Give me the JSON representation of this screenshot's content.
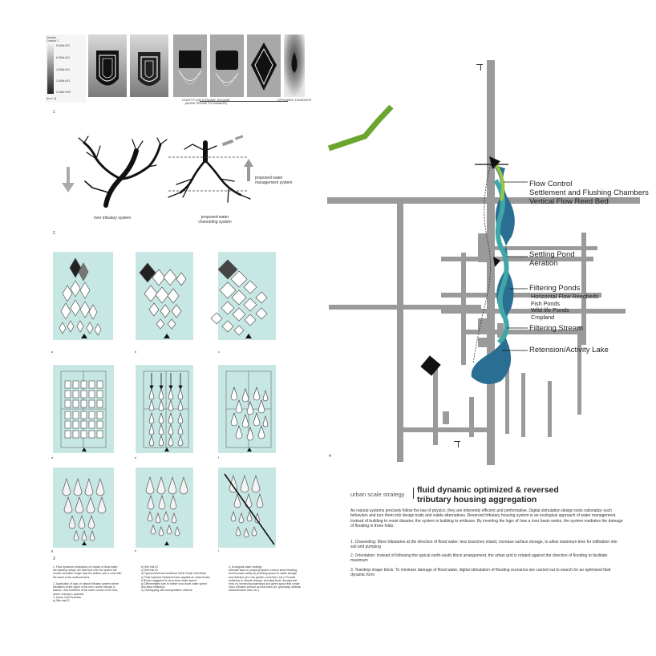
{
  "sim": {
    "legend_title": "Velocity\nContour 1",
    "legend_values": [
      "8.000e-001",
      "6.000e-001",
      "4.000e-001",
      "2.000e-001",
      "0.000e+000"
    ],
    "legend_unit": "[m s^-1]",
    "left_caption": "LEAST FLUID DYNAMIC SQUARE\n(MORE PRONE TO DAMAGE)",
    "right_caption": "OPTIMIZED TEARDROP",
    "fig_num": "1"
  },
  "tree": {
    "left_caption": "river tributary system",
    "right_caption": "proposed water\nchanneling system",
    "mgmt_label": "proposed water\nmanagement system",
    "fig_num": "2"
  },
  "grid_panels": {
    "row1_letters": [
      "a",
      "b",
      "c"
    ],
    "row2_letters": [
      "d",
      "e",
      "f"
    ],
    "row3_letters": [
      "g",
      "h",
      "i"
    ],
    "fig_num": "3"
  },
  "notes": {
    "col1": "1. Fluid dynamics stimulation on impact of flood water: the teardrop shape, the fluid flow over the sphere will remain smoother longer than the airflow over a cone with the same cross-sectional area\n\n2. Application of logic of natural tributary system where tributaries at the upper of the river, where velocity is fastest, Less branches at the lower course of the river, where velocity is quickest\n3. Urban Grid Evolution\na) Site trial 01",
    "col2": "b) Site trial 02\nc) Site trial 03\nd) Typical American rectilinear North-South Grid Block\ne) Fluid Dynamic Optimized form applied as urban blocks\nf) Blocks staggered to slow down water speed\ng) Differentiated size to further slow down water speed and allow infiltration\nh) Overlapping with transportation network",
    "col3": "4. Ecological water strategy\nAlleviate load on pumping system, reduce street flooding, and increase safety by providing space for water storage and retention (ex: rain garden, local farm, etc.) Promote resilience to climate change, including flood, drought and heat, by increasing waterways and green space that create micro-climates and act as heat sinks (ex: greenway, artificial wetland/marsh land, etc.)"
  },
  "plan": {
    "top_marker": "I",
    "bottom_marker": "I",
    "fig_num": "4",
    "labels": [
      "Flow Control",
      "Settlement and Flushing Chambers",
      "Vertical Flow Reed Bed",
      "Settling Pond",
      "Aeration",
      "Filtering Ponds",
      "Horizontal Flow Reedbeds",
      "Fish Ponds",
      "Wild life Ponds",
      "Cropland",
      "Filtering Stream",
      "Retension/Activity Lake"
    ]
  },
  "heading": {
    "kicker": "urban scale strategy",
    "title_line1": "fluid dynamic optimized & reversed",
    "title_line2": "tributary housing aggregation"
  },
  "body": {
    "p1": "As natural systems precisely follow the law of physics, they are inherently efficient and performative. Digital stimulation design tools rationalize such behaviors and turn them into design traits and viable alternatives. Reserved tributary housing system is an ecological approach of water management. Instead of building to resist disaster, the system is building to embrace. By inverting the logic of how a river basin works, the system mediates the damage of flooding in three folds:",
    "p2": "1. Channeling: More tributaries at the direction of flood water, less branches inland, increase surface storage, to allow maximum time for infiltration into soil and pumping",
    "p3": "2. Orientation: Instead of following the typical north-south block arrangement, the urban grid is rotated against the direction of flooding to facilitate maximum",
    "p4": "3. Teardrop shape block: To minimize damage of flood water, digital stimulation of flooding scenarios are carried out to search for an optimized fluid dynamic form"
  },
  "colors": {
    "panel": "#c7e7e4",
    "road": "#999999",
    "green": "#6aa52e",
    "water_dark": "#2a6e93",
    "water_teal": "#3fa7a5"
  }
}
